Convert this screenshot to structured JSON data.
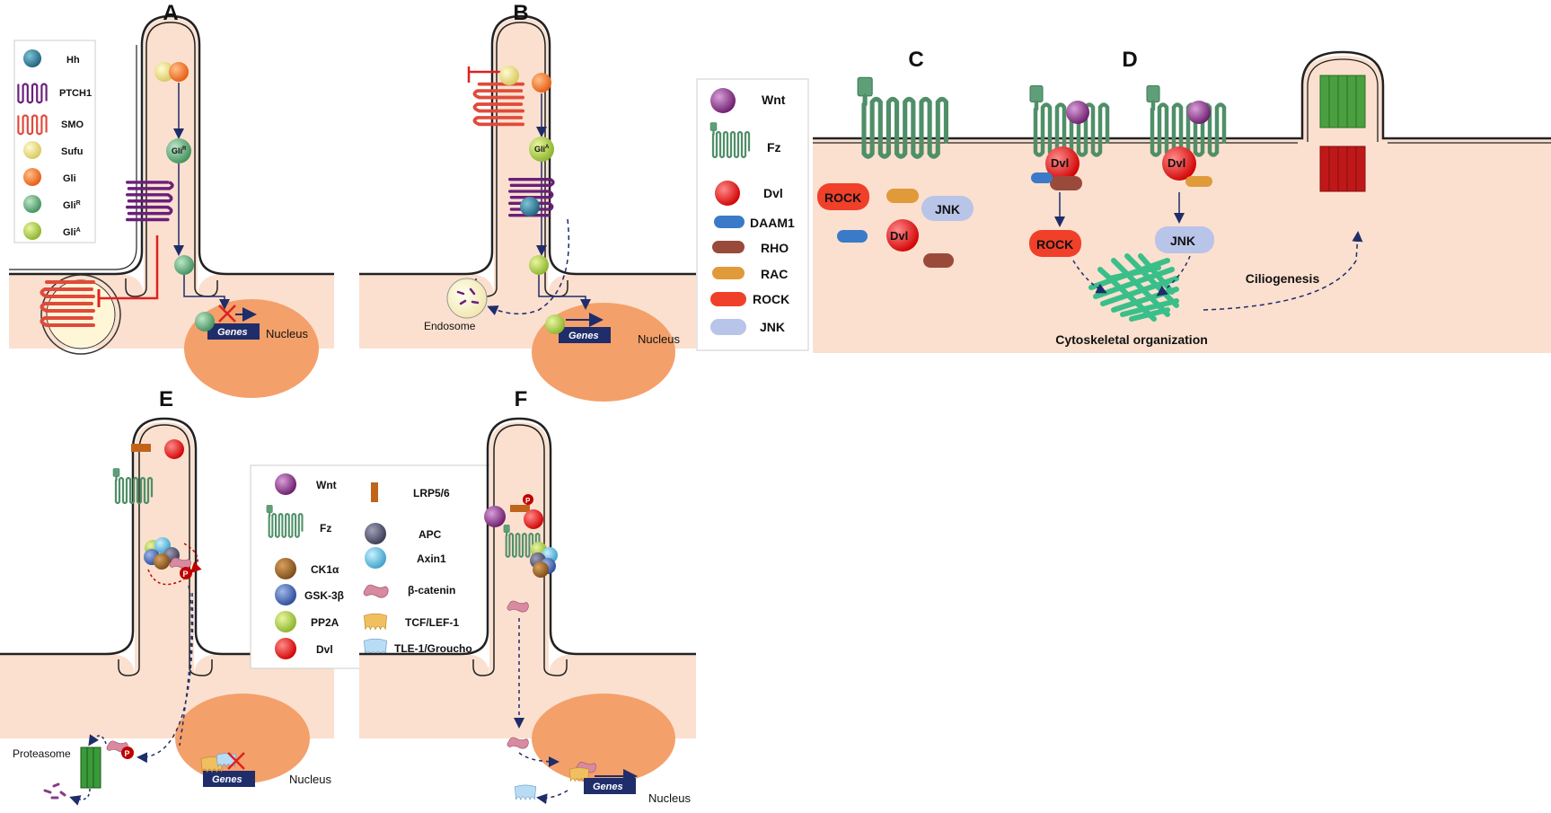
{
  "panels": {
    "a": "A",
    "b": "B",
    "c": "C",
    "d": "D",
    "e": "E",
    "f": "F"
  },
  "legend_hh": {
    "hh": "Hh",
    "ptch1": "PTCH1",
    "smo": "SMO",
    "sufu": "Sufu",
    "gli": "Gli",
    "glir": "Gli",
    "glir_sup": "R",
    "glia": "Gli",
    "glia_sup": "A"
  },
  "legend_wnt_cd": {
    "wnt": "Wnt",
    "fz": "Fz",
    "dvl": "Dvl",
    "daam1": "DAAM1",
    "rho": "RHO",
    "rac": "RAC",
    "rock": "ROCK",
    "jnk": "JNK"
  },
  "legend_wnt_ef": {
    "wnt": "Wnt",
    "fz": "Fz",
    "ck1a": "CK1α",
    "gsk3b": "GSK-3β",
    "pp2a": "PP2A",
    "dvl": "Dvl",
    "lrp": "LRP5/6",
    "apc": "APC",
    "axin1": "Axin1",
    "bcat": "β-catenin",
    "tcf": "TCF/LEF-1",
    "tle": "TLE-1/Groucho"
  },
  "labels": {
    "nucleus": "Nucleus",
    "genes": "Genes",
    "endosome": "Endosome",
    "proteasome": "Proteasome",
    "cytoskeletal": "Cytoskeletal organization",
    "ciliogenesis": "Ciliogenesis",
    "rock": "ROCK",
    "jnk": "JNK",
    "dvl": "Dvl",
    "gli": "Gli",
    "sup_r": "R",
    "sup_a": "A",
    "p": "P"
  }
}
